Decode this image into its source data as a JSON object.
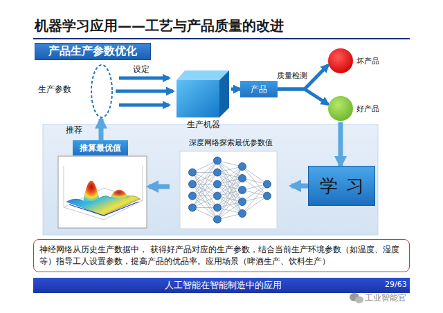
{
  "diagram": {
    "title": "机器学习应用——工艺与产品质量的改进",
    "nodes": [
      {
        "text": [
          "产品生产参数优化"
        ]
      },
      {
        "text": [
          "生产参数"
        ]
      },
      {
        "text": [
          "生产机器"
        ]
      },
      {
        "text": [
          "产品"
        ]
      },
      {
        "text": [
          "坏产品"
        ]
      },
      {
        "text": [
          "好产品"
        ]
      },
      {
        "text": [
          "学习"
        ]
      },
      {
        "text": [
          "深度网络探索最优参数值"
        ]
      },
      {
        "text": [
          "推算最优值"
        ]
      },
      {
        "text": [
          "神经网络从历史生产数据中， 获得好产品对应的生产参数，结合当前生产环境参数（如温度、湿度等）指导工人设置参数，提高产品的优品率。应用场景（啤酒生产、饮料生产）"
        ]
      },
      {
        "text": [
          "人工智能在智能制造中的应用"
        ]
      }
    ],
    "edges": [
      {
        "from": 1,
        "to": 2,
        "label": "设定",
        "arrow": "to"
      },
      {
        "from": 2,
        "to": 3,
        "arrow": "to"
      },
      {
        "from": 3,
        "to": 4,
        "label": "质量检测",
        "arrow": "to"
      },
      {
        "from": 3,
        "to": 5,
        "arrow": "to"
      },
      {
        "from": 5,
        "to": 6,
        "arrow": "to"
      },
      {
        "from": 6,
        "to": 7,
        "arrow": "to"
      },
      {
        "from": 7,
        "to": 8,
        "arrow": "to"
      },
      {
        "from": 8,
        "to": 1,
        "arrow": "to"
      }
    ],
    "labels": [
      "推荐",
      "29/63",
      "工业智能官"
    ]
  }
}
